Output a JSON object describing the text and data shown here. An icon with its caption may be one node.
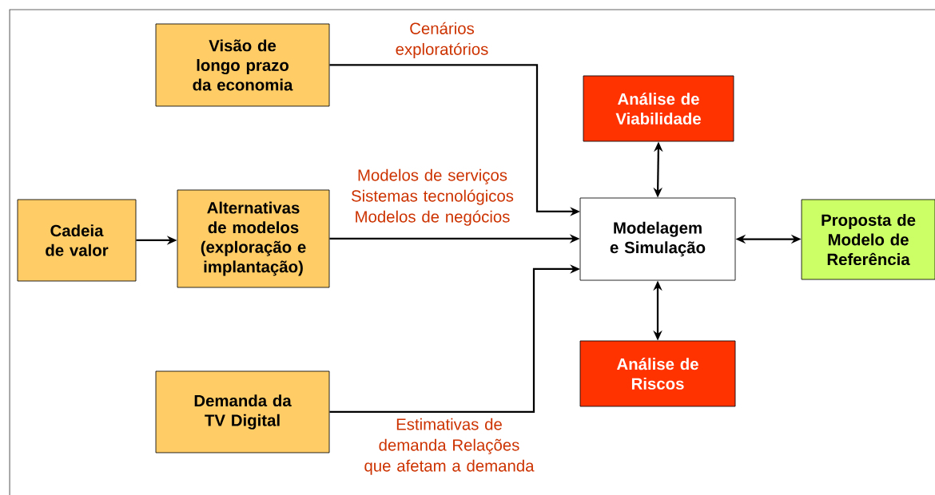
{
  "diagram": {
    "nodes": [
      {
        "text": [
          "Visão de longo prazo da economia"
        ]
      },
      {
        "text": [
          "Análise de Viabilidade"
        ]
      },
      {
        "text": [
          "Cadeia de valor"
        ]
      },
      {
        "text": [
          "Alternativas de modelos (exploração e implantação)"
        ]
      },
      {
        "text": [
          "Modelagem e Simulação"
        ]
      },
      {
        "text": [
          "Proposta de Modelo de Referência"
        ]
      },
      {
        "text": [
          "Análise de Riscos"
        ]
      },
      {
        "text": [
          "Demanda da TV Digital"
        ]
      }
    ],
    "edges": [
      {
        "from": 0,
        "to": 4,
        "arrow": "to",
        "label": "Cenários exploratórios"
      },
      {
        "from": 3,
        "to": 4,
        "arrow": "to",
        "label": "Modelos de serviços Sistemas tecnológicos Modelos de negócios"
      },
      {
        "from": 7,
        "to": 4,
        "arrow": "to",
        "label": "Estimativas de demanda Relações que afetam a demanda"
      },
      {
        "from": 2,
        "to": 3,
        "arrow": "to"
      },
      {
        "from": 1,
        "to": 4,
        "arrow": "both"
      },
      {
        "from": 4,
        "to": 6,
        "arrow": "both"
      },
      {
        "from": 4,
        "to": 5,
        "arrow": "both"
      }
    ]
  }
}
